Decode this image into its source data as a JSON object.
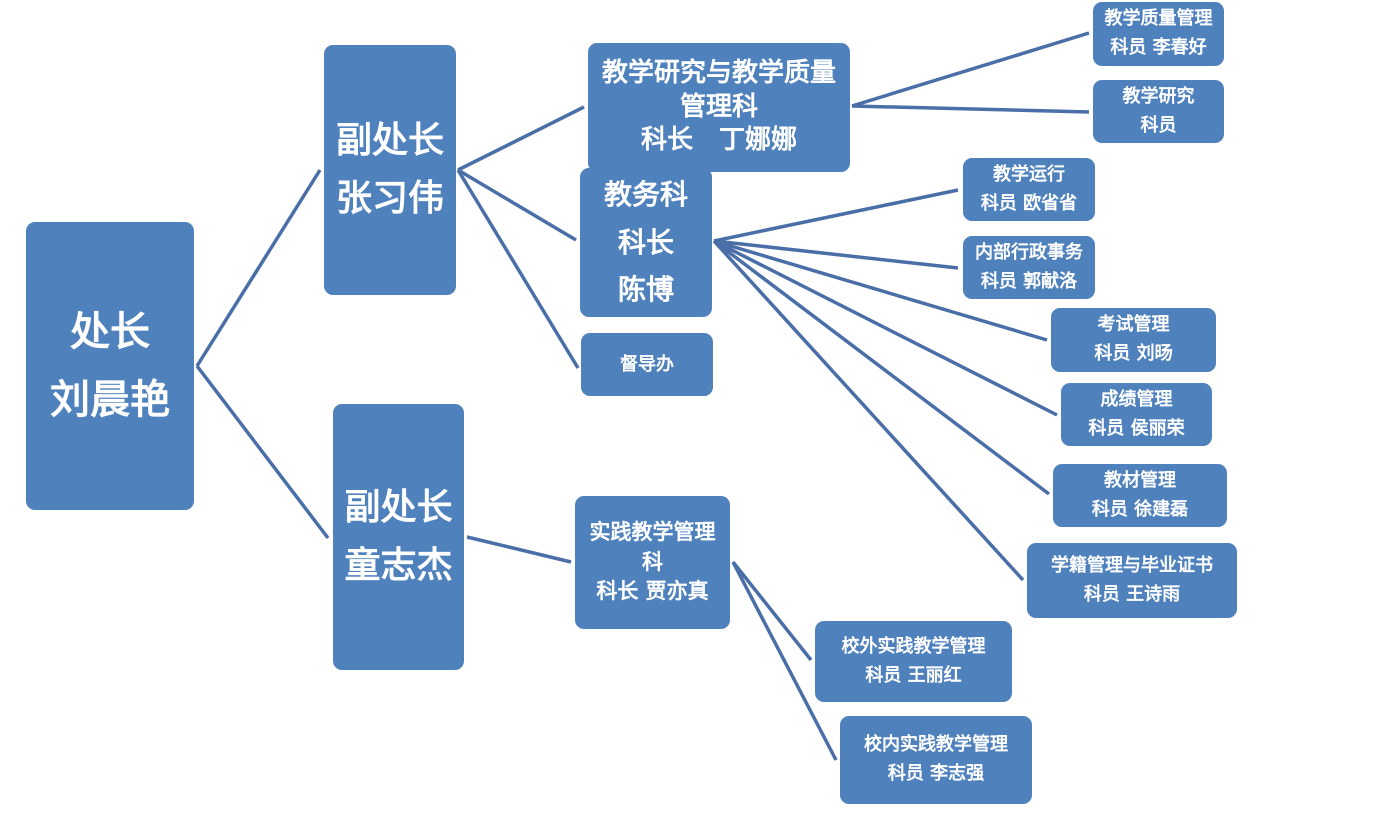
{
  "colors": {
    "box": "#4f81bd",
    "line": "#4a6fa8",
    "text": "#ffffff"
  },
  "nodes": {
    "director": {
      "lines": [
        "处长",
        "刘晨艳"
      ]
    },
    "deputy1": {
      "lines": [
        "副处长",
        "张习伟"
      ]
    },
    "deputy2": {
      "lines": [
        "副处长",
        "童志杰"
      ]
    },
    "research": {
      "lines": [
        "教学研究与教学质量",
        "管理科",
        "科长　丁娜娜"
      ]
    },
    "academic": {
      "lines": [
        "教务科",
        "科长",
        "陈博"
      ]
    },
    "supervision": {
      "lines": [
        "督导办"
      ]
    },
    "practice": {
      "lines": [
        "实践教学管理",
        "科",
        "科长  贾亦真"
      ]
    },
    "quality": {
      "lines": [
        "教学质量管理",
        "科员  李春好"
      ]
    },
    "teaching_research": {
      "lines": [
        "教学研究",
        "科员"
      ]
    },
    "operation": {
      "lines": [
        "教学运行",
        "科员  欧省省"
      ]
    },
    "admin": {
      "lines": [
        "内部行政事务",
        "科员  郭献洛"
      ]
    },
    "exam": {
      "lines": [
        "考试管理",
        "科员  刘旸"
      ]
    },
    "grades": {
      "lines": [
        "成绩管理",
        "科员  侯丽荣"
      ]
    },
    "textbook": {
      "lines": [
        "教材管理",
        "科员  徐建磊"
      ]
    },
    "registry": {
      "lines": [
        "学籍管理与毕业证书",
        "科员  王诗雨"
      ]
    },
    "external": {
      "lines": [
        "校外实践教学管理",
        "科员  王丽红"
      ]
    },
    "internal": {
      "lines": [
        "校内实践教学管理",
        "科员  李志强"
      ]
    }
  }
}
